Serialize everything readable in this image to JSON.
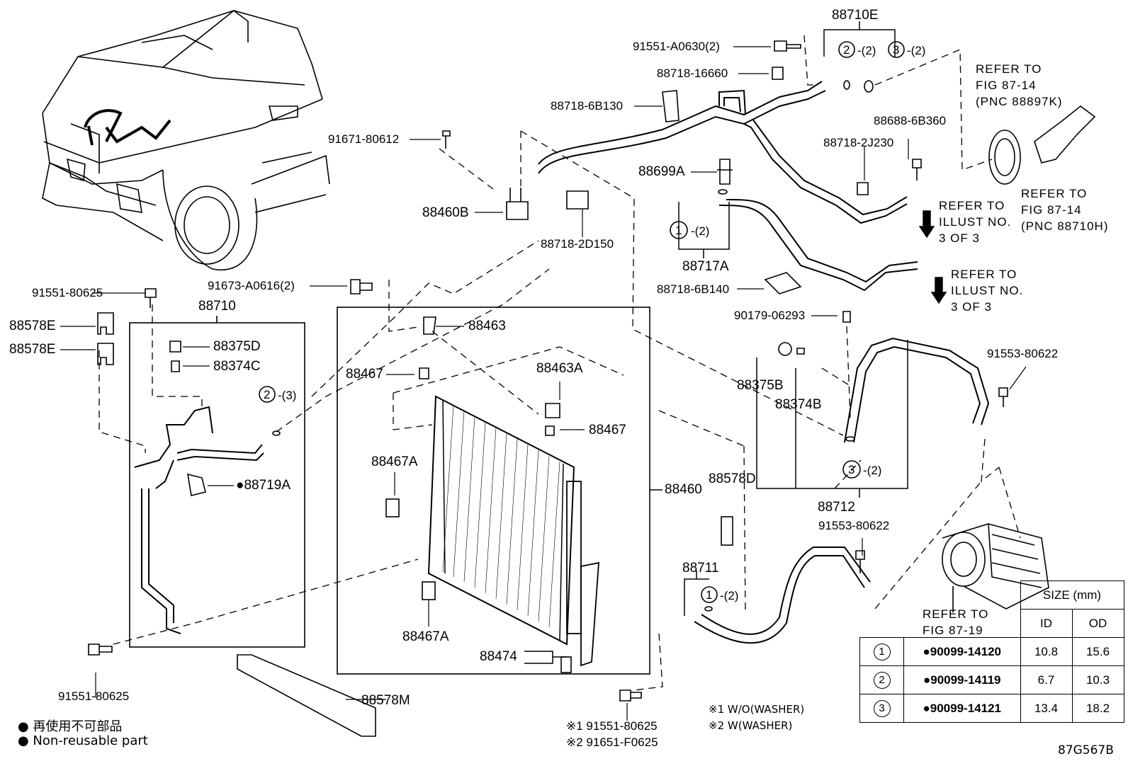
{
  "labels": {
    "p88710E": "88710E",
    "p91551A0630": "91551-A0630(2)",
    "p8871816660": "88718-16660",
    "p887186B130": "88718-6B130",
    "p9167180612": "91671-80612",
    "p88699A": "88699A",
    "p886886B360": "88688-6B360",
    "p887182J230": "88718-2J230",
    "p88460B": "88460B",
    "p887182D150": "88718-2D150",
    "p88717A": "88717A",
    "p887186B140": "88718-6B140",
    "p91673A0616": "91673-A0616(2)",
    "p9155180625a": "91551-80625",
    "p88710": "88710",
    "p88578E1": "88578E",
    "p88578E2": "88578E",
    "p88375D": "88375D",
    "p88374C": "88374C",
    "p88719A": "88719A",
    "p88463": "88463",
    "p88467a": "88467",
    "p88463A": "88463A",
    "p88467b": "88467",
    "p88467A1": "88467A",
    "p88467A2": "88467A",
    "p88474": "88474",
    "p88460": "88460",
    "p88578D": "88578D",
    "p9017906293": "90179-06293",
    "p88375B": "88375B",
    "p88374B": "88374B",
    "p9155380622a": "91553-80622",
    "p88712": "88712",
    "p9155380622b": "91553-80622",
    "p88711": "88711",
    "p9155180625b": "91551-80625",
    "p88578M": "88578M",
    "p9155180625c": "※1 91551-80625",
    "p91651F0625": "※2 91651-F0625",
    "q2a": "-(2)",
    "q3a": "-(2)",
    "q1a": "-(2)",
    "q2b": "-(3)",
    "q3b": "-(2)",
    "q1b": "-(2)"
  },
  "circles": {
    "c1": "1",
    "c2": "2",
    "c3": "3"
  },
  "refs": {
    "ref1": "REFER TO\nFIG 87-14\n(PNC 88897K)",
    "ref2": "REFER TO\nFIG 87-14\n(PNC 88710H)",
    "ref3": "REFER TO\nILLUST NO.\n3 OF 3",
    "ref4": "REFER TO\nILLUST NO.\n3 OF 3",
    "ref5": "REFER TO\nFIG 87-19"
  },
  "notes": {
    "w1": "※1 W/O(WASHER)",
    "w2": "※2 W(WASHER)"
  },
  "legend": {
    "jp": "● 再使用不可部品",
    "en": "● Non-reusable part"
  },
  "diagram_code": "87G567B",
  "size_table": {
    "title": "SIZE (mm)",
    "col_id": "ID",
    "col_od": "OD",
    "rows": [
      {
        "num": "1",
        "part": "●90099-14120",
        "id": "10.8",
        "od": "15.6"
      },
      {
        "num": "2",
        "part": "●90099-14119",
        "id": "6.7",
        "od": "10.3"
      },
      {
        "num": "3",
        "part": "●90099-14121",
        "id": "13.4",
        "od": "18.2"
      }
    ]
  }
}
